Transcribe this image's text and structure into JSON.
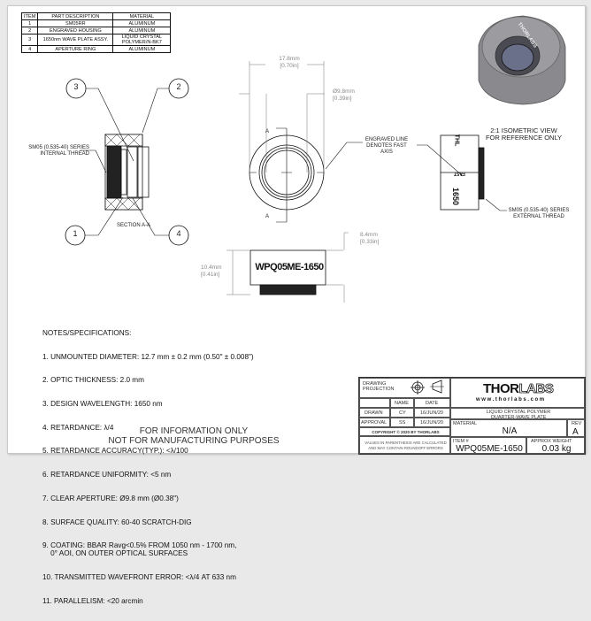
{
  "parts_table": {
    "headers": [
      "ITEM",
      "PART DESCRIPTION",
      "MATERIAL"
    ],
    "rows": [
      [
        "1",
        "SM05RR",
        "ALUMINUM"
      ],
      [
        "2",
        "ENGRAVED HOUSING",
        "ALUMINUM"
      ],
      [
        "3",
        "1650nm WAVE PLATE ASSY.",
        "LIQUID CRYSTAL POLYMER/N-BK7"
      ],
      [
        "4",
        "APERTURE RING",
        "ALUMINUM"
      ]
    ]
  },
  "section_view": {
    "balloons": [
      "3",
      "2",
      "1",
      "4"
    ],
    "thread_label": "SM05 (0.535-40) SERIES INTERNAL THREAD",
    "section_label": "SECTION A-A"
  },
  "front_view": {
    "outer_dim": "17.8mm",
    "outer_dim_in": "[0.70in]",
    "aperture_dim": "Ø9.8mm",
    "aperture_dim_in": "[0.39in]",
    "section_marker": "A",
    "engraved_note": "ENGRAVED LINE DENOTES FAST AXIS"
  },
  "side_view": {
    "thread_label": "SM05 (0.535-40) SERIES EXTERNAL THREAD",
    "engraving_top": "THL",
    "engraving_mid": "FAST",
    "engraving_bottom": "1650"
  },
  "isometric": {
    "caption": "2:1 ISOMETRIC VIEW FOR REFERENCE ONLY",
    "engraving": "THORLABS"
  },
  "bottom_view": {
    "engraving": "WPQ05ME-1650",
    "height_dim": "10.4mm",
    "height_dim_in": "[0.41in]",
    "housing_dim": "8.4mm",
    "housing_dim_in": "[0.33in]"
  },
  "notes": {
    "title": "NOTES/SPECIFICATIONS:",
    "items": [
      "1. UNMOUNTED DIAMETER: 12.7 mm ± 0.2 mm (0.50\" ± 0.008\")",
      "2. OPTIC THICKNESS: 2.0 mm",
      "3. DESIGN WAVELENGTH: 1650 nm",
      "4. RETARDANCE: λ/4",
      "5. RETARDANCE ACCURACY(TYP.): <λ/100",
      "6. RETARDANCE UNIFORMITY: <5 nm",
      "7. CLEAR APERTURE: Ø9.8 mm (Ø0.38\")",
      "8. SURFACE QUALITY: 60-40 SCRATCH-DIG",
      "9. COATING: BBAR Ravg<0.5% FROM 1050 nm - 1700 nm,\n    0° AOI, ON OUTER OPTICAL SURFACES",
      "10. TRANSMITTED WAVEFRONT ERROR: <λ/4 AT 633 nm",
      "11. PARALLELISM: <20 arcmin"
    ],
    "disclaimer_1": "FOR INFORMATION ONLY",
    "disclaimer_2": "NOT FOR MANUFACTURING PURPOSES"
  },
  "title_block": {
    "projection_label": "DRAWING PROJECTION",
    "name_header": "NAME",
    "date_header": "DATE",
    "drawn_label": "DRAWN",
    "drawn_name": "CY",
    "drawn_date": "16/JUN/20",
    "approval_label": "APPROVAL",
    "approval_name": "SS",
    "approval_date": "16/JUN/20",
    "copyright": "COPYRIGHT © 2020 BY THORLABS",
    "values_note": "VALUES IN PARENTHESIS ARE CALCULATED AND MAY CONTAIN ROUNDOFF ERRORS",
    "logo_bold": "THOR",
    "logo_outline": "LABS",
    "website": "www.thorlabs.com",
    "description_1": "LIQUID CRYSTAL POLYMER",
    "description_2": "QUARTER-WAVE PLATE",
    "material_label": "MATERIAL",
    "material_value": "N/A",
    "rev_label": "REV",
    "rev_value": "A",
    "item_label": "ITEM #",
    "item_value": "WPQ05ME-1650",
    "weight_label": "APPROX WEIGHT",
    "weight_value": "0.03 kg"
  }
}
